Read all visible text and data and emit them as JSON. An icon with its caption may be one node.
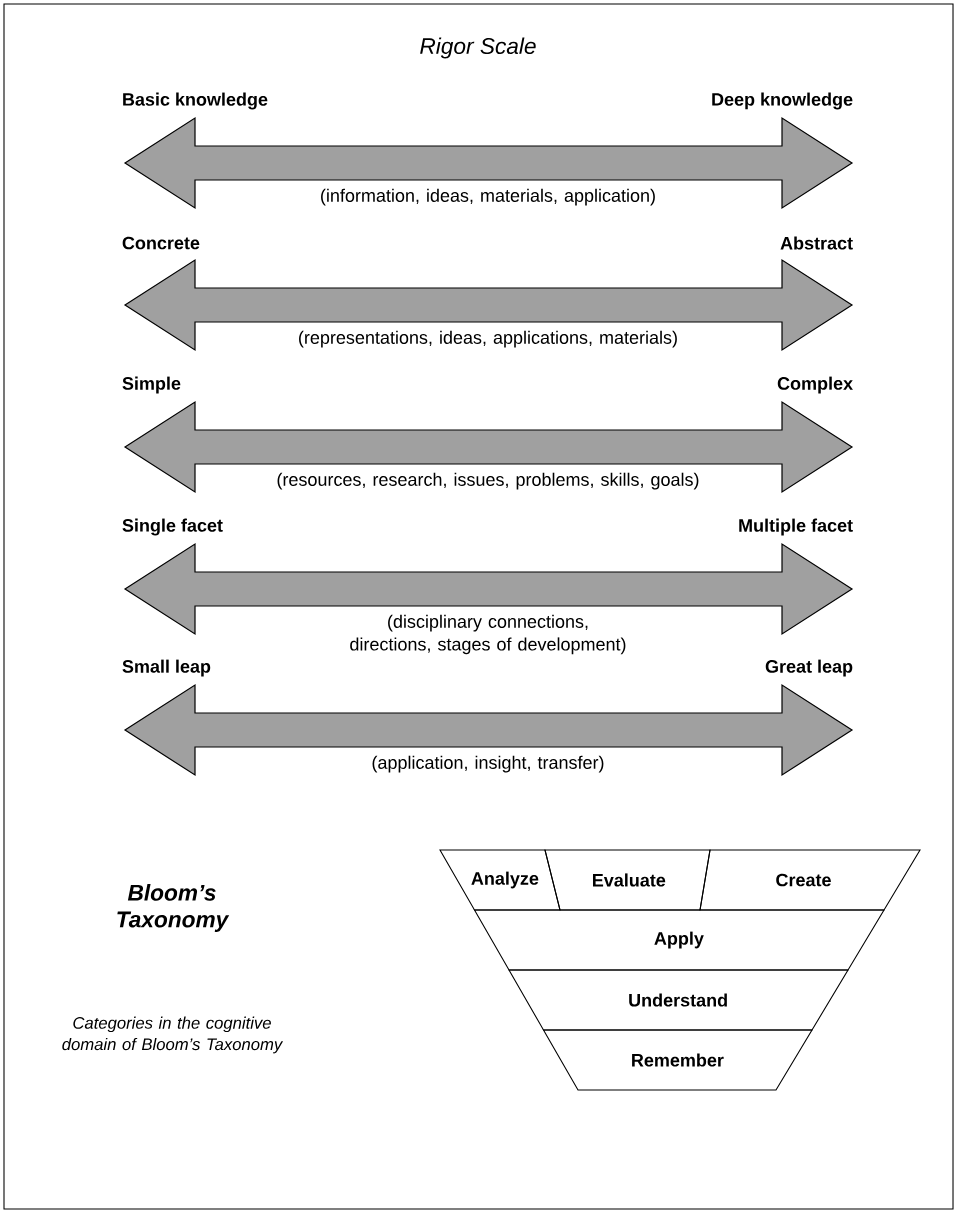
{
  "diagram": {
    "title": "Rigor Scale",
    "nodes": [
      {
        "text": [
          "Basic knowledge"
        ]
      },
      {
        "text": [
          "Deep knowledge"
        ]
      },
      {
        "text": [
          "Concrete"
        ]
      },
      {
        "text": [
          "Abstract"
        ]
      },
      {
        "text": [
          "Simple"
        ]
      },
      {
        "text": [
          "Complex"
        ]
      },
      {
        "text": [
          "Single facet"
        ]
      },
      {
        "text": [
          "Multiple facet"
        ]
      },
      {
        "text": [
          "Small leap"
        ]
      },
      {
        "text": [
          "Great leap"
        ]
      },
      {
        "text": [
          "Analyze"
        ]
      },
      {
        "text": [
          "Evaluate"
        ]
      },
      {
        "text": [
          "Create"
        ]
      },
      {
        "text": [
          "Apply"
        ]
      },
      {
        "text": [
          "Understand"
        ]
      },
      {
        "text": [
          "Remember"
        ]
      }
    ],
    "edges": [
      {
        "from": 0,
        "to": 1,
        "arrow": "both",
        "label": "(information, ideas, materials, application)"
      },
      {
        "from": 2,
        "to": 3,
        "arrow": "both",
        "label": "(representations, ideas, applications, materials)"
      },
      {
        "from": 4,
        "to": 5,
        "arrow": "both",
        "label": "(resources, research, issues, problems, skills, goals)"
      },
      {
        "from": 6,
        "to": 7,
        "arrow": "both",
        "label": "(disciplinary connections, directions, stages of development)"
      },
      {
        "from": 8,
        "to": 9,
        "arrow": "both",
        "label": "(application, insight, transfer)"
      }
    ],
    "labels": [
      "Bloom’s Taxonomy",
      "Categories in the cognitive domain of Bloom’s Taxonomy"
    ]
  }
}
